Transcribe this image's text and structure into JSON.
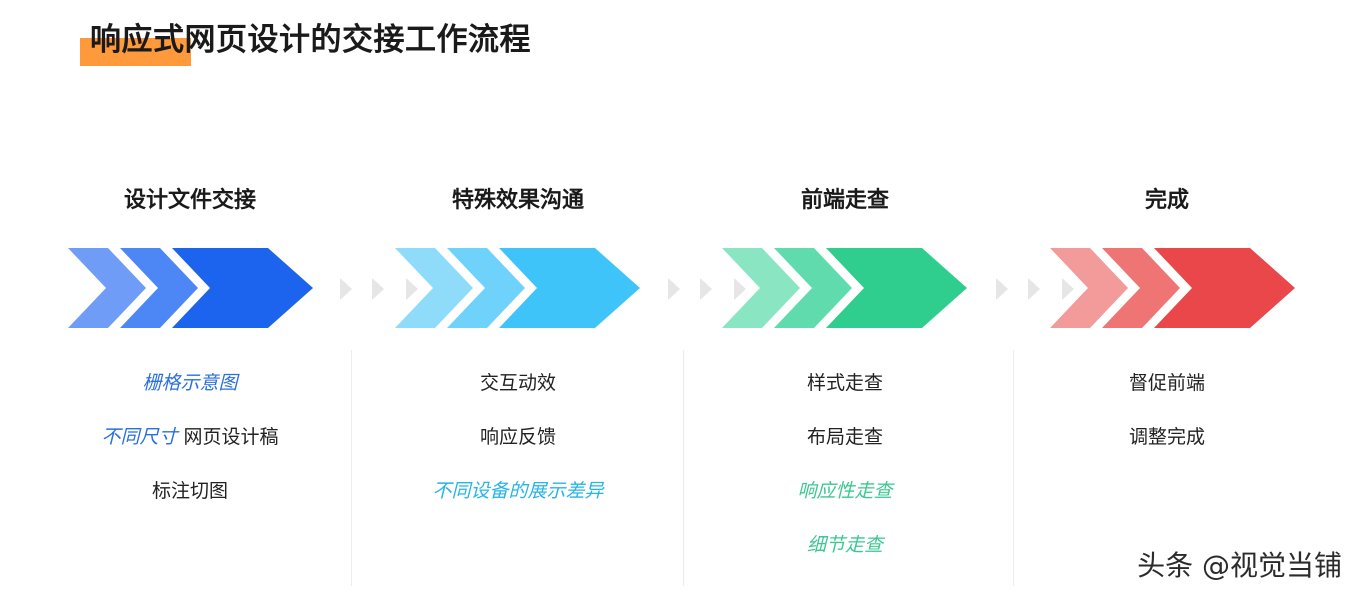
{
  "title": "响应式网页设计的交接工作流程",
  "accent_color": "#ff9a3c",
  "stages": [
    {
      "title": "设计文件交接",
      "colors": [
        "#6f9cf7",
        "#4d86f5",
        "#1c64ee"
      ],
      "items": [
        {
          "parts": [
            {
              "text": "栅格示意图",
              "color": "#2b6fde"
            }
          ]
        },
        {
          "parts": [
            {
              "text": "不同尺寸",
              "color": "#2b6fde"
            },
            {
              "text": " 网页设计稿",
              "color": ""
            }
          ]
        },
        {
          "parts": [
            {
              "text": "标注切图",
              "color": ""
            }
          ]
        }
      ]
    },
    {
      "title": "特殊效果沟通",
      "colors": [
        "#8fdcfa",
        "#6fd2fa",
        "#3ec4f8"
      ],
      "items": [
        {
          "parts": [
            {
              "text": "交互动效",
              "color": ""
            }
          ]
        },
        {
          "parts": [
            {
              "text": "响应反馈",
              "color": ""
            }
          ]
        },
        {
          "parts": [
            {
              "text": "不同设备的展示差异",
              "color": "#27b4e6"
            }
          ]
        }
      ]
    },
    {
      "title": "前端走查",
      "colors": [
        "#8ae5c3",
        "#5fdbad",
        "#2fcd8e"
      ],
      "items": [
        {
          "parts": [
            {
              "text": "样式走查",
              "color": ""
            }
          ]
        },
        {
          "parts": [
            {
              "text": "布局走查",
              "color": ""
            }
          ]
        },
        {
          "parts": [
            {
              "text": "响应性走查",
              "color": "#3cc890"
            }
          ]
        },
        {
          "parts": [
            {
              "text": "细节走查",
              "color": "#3cc890"
            }
          ]
        }
      ]
    },
    {
      "title": "完成",
      "colors": [
        "#f39a9a",
        "#ef7474",
        "#e9474a"
      ],
      "items": [
        {
          "parts": [
            {
              "text": "督促前端",
              "color": ""
            }
          ]
        },
        {
          "parts": [
            {
              "text": "调整完成",
              "color": ""
            }
          ]
        }
      ]
    }
  ],
  "connector_color": "#e6e6e6",
  "watermark": "头条 @视觉当铺"
}
